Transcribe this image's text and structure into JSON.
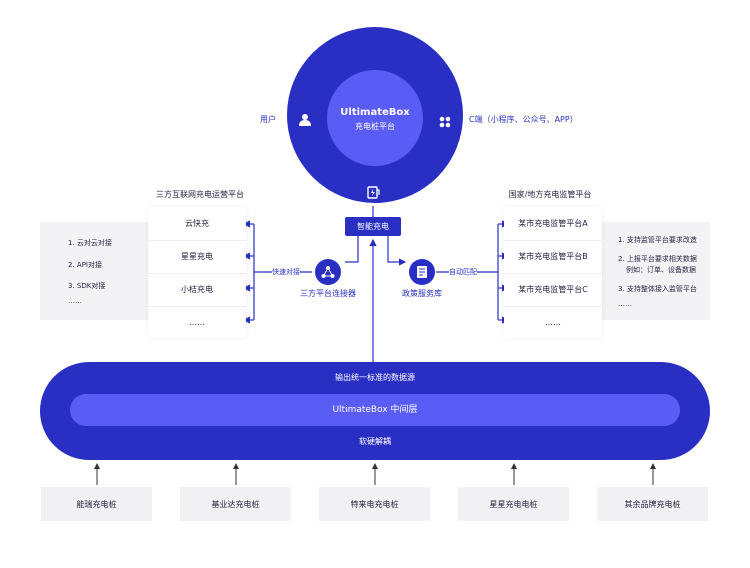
{
  "colors": {
    "primary": "#2a2fc4",
    "inner": "#5a5cf6",
    "panel": "#f3f3f6"
  },
  "platform": {
    "title": "UltimateBox",
    "subtitle": "充电桩平台"
  },
  "user_label": "用户",
  "c_label": "C端（小程序、公众号、APP）",
  "smart_label": "智能充电",
  "left": {
    "title": "三方互联网充电运营平台",
    "items": [
      "云快充",
      "星星充电",
      "小桔充电",
      "……"
    ],
    "notes": [
      "1. 云对云对接",
      "2. API对接",
      "3. SDK对接",
      "……"
    ],
    "arrow_label": "快速对接",
    "connector_label": "三方平台连接器"
  },
  "right": {
    "title": "国家/地方充电监管平台",
    "items": [
      "某市充电监管平台A",
      "某市充电监管平台B",
      "某市充电监管平台C",
      "……"
    ],
    "notes": [
      "1. 支持监管平台要求改造",
      "2. 上报平台要求相关数据",
      "例如：订单、设备数据",
      "3. 支持整体接入监管平台",
      "……"
    ],
    "arrow_label": "自动匹配",
    "policy_label": "政策服务库"
  },
  "middle": {
    "top_label": "输出统一标准的数据源",
    "layer_label": "UltimateBox 中间层",
    "bottom_label": "软硬解耦"
  },
  "devices": [
    "能瑞充电桩",
    "基业达充电桩",
    "特来电充电桩",
    "星星充电电桩",
    "其余品牌充电桩"
  ]
}
